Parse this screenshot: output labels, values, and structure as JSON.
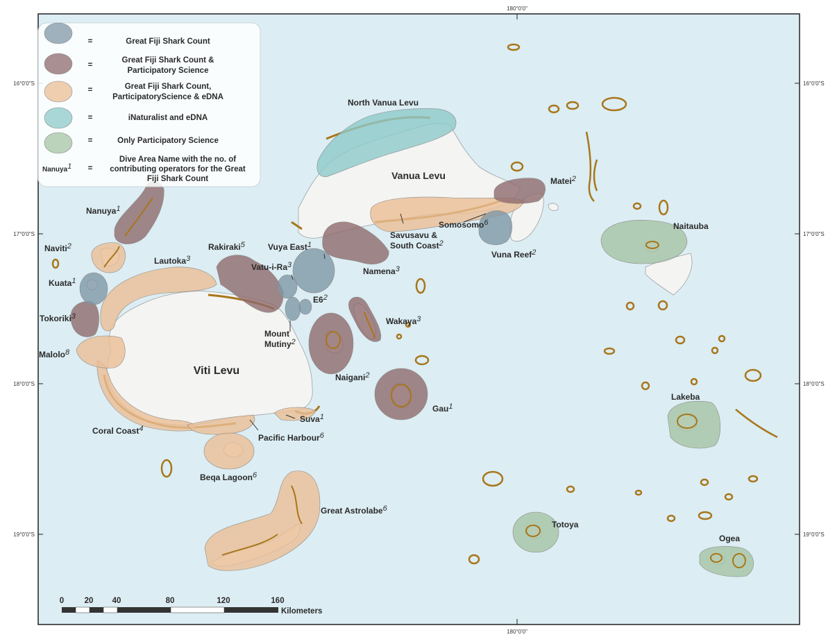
{
  "colors": {
    "sea": "#dcedf3",
    "land": "#f4f4f2",
    "reef": "#a8761a",
    "shark_count": "#7f97a6",
    "shark_count_participatory": "#8e6a6c",
    "shark_count_participatory_edna": "#ebbe95",
    "inaturalist_edna": "#8dc9c9",
    "participatory_only": "#a6c3a4"
  },
  "coordinates": {
    "lon_top": "180°0'0\"",
    "lon_bottom": "180°0'0\"",
    "lat_16": "16°0'0\"S",
    "lat_17": "17°0'0\"S",
    "lat_18": "18°0'0\"S",
    "lat_19": "19°0'0\"S"
  },
  "legend": {
    "eq": "=",
    "items": [
      {
        "text": "Great Fiji Shark Count",
        "color_key": "shark_count"
      },
      {
        "text_l1": "Great Fiji Shark Count &",
        "text_l2": "Participatory Science",
        "color_key": "shark_count_participatory"
      },
      {
        "text_l1": "Great Fiji Shark Count,",
        "text_l2": "ParticipatoryScience & eDNA",
        "color_key": "shark_count_participatory_edna"
      },
      {
        "text": "iNaturalist and eDNA",
        "color_key": "inaturalist_edna"
      },
      {
        "text": "Only Participatory Science",
        "color_key": "participatory_only"
      }
    ],
    "dive_sample_name": "Nanuya",
    "dive_sample_sup": "1",
    "dive_text_l1": "Dive Area Name with the no. of",
    "dive_text_l2": "contributing operators for the Great",
    "dive_text_l3": "Fiji Shark Count"
  },
  "islands": {
    "viti_levu": "Viti Levu",
    "vanua_levu": "Vanua Levu"
  },
  "dive_areas": {
    "nanuya": {
      "name": "Nanuya",
      "count": "1"
    },
    "naviti": {
      "name": "Naviti",
      "count": "2"
    },
    "lautoka": {
      "name": "Lautoka",
      "count": "3"
    },
    "kuata": {
      "name": "Kuata",
      "count": "1"
    },
    "tokoriki": {
      "name": "Tokoriki",
      "count": "3"
    },
    "malolo": {
      "name": "Malolo",
      "count": "8"
    },
    "rakiraki": {
      "name": "Rakiraki",
      "count": "5"
    },
    "vatu_i_ra": {
      "name": "Vatu-i-Ra",
      "count": "3"
    },
    "vuya_east": {
      "name": "Vuya East",
      "count": "1"
    },
    "e6": {
      "name": "E6",
      "count": "2"
    },
    "mount_mutiny": {
      "name_l1": "Mount",
      "name_l2": "Mutiny",
      "count": "2"
    },
    "namena": {
      "name": "Namena",
      "count": "3"
    },
    "wakaya": {
      "name": "Wakaya",
      "count": "3"
    },
    "naigani": {
      "name": "Naigani",
      "count": "2"
    },
    "gau": {
      "name": "Gau",
      "count": "1"
    },
    "suva": {
      "name": "Suva",
      "count": "1"
    },
    "pacific_harbour": {
      "name": "Pacific Harbour",
      "count": "6"
    },
    "coral_coast": {
      "name": "Coral Coast",
      "count": "4"
    },
    "beqa_lagoon": {
      "name": "Beqa Lagoon",
      "count": "6"
    },
    "great_astrolabe": {
      "name": "Great Astrolabe",
      "count": "6"
    },
    "savusavu": {
      "name_l1": "Savusavu &",
      "name_l2": "South Coast",
      "count": "2"
    },
    "somosomo": {
      "name": "Somosomo",
      "count": "6"
    },
    "vuna_reef": {
      "name": "Vuna Reef",
      "count": "2"
    },
    "matei": {
      "name": "Matei",
      "count": "2"
    },
    "north_vanua_levu": {
      "name": "North Vanua Levu"
    },
    "naitauba": {
      "name": "Naitauba"
    },
    "lakeba": {
      "name": "Lakeba"
    },
    "totoya": {
      "name": "Totoya"
    },
    "ogea": {
      "name": "Ogea"
    }
  },
  "scale_bar": {
    "ticks": [
      "0",
      "20",
      "40",
      "80",
      "120",
      "160"
    ],
    "unit": "Kilometers"
  }
}
